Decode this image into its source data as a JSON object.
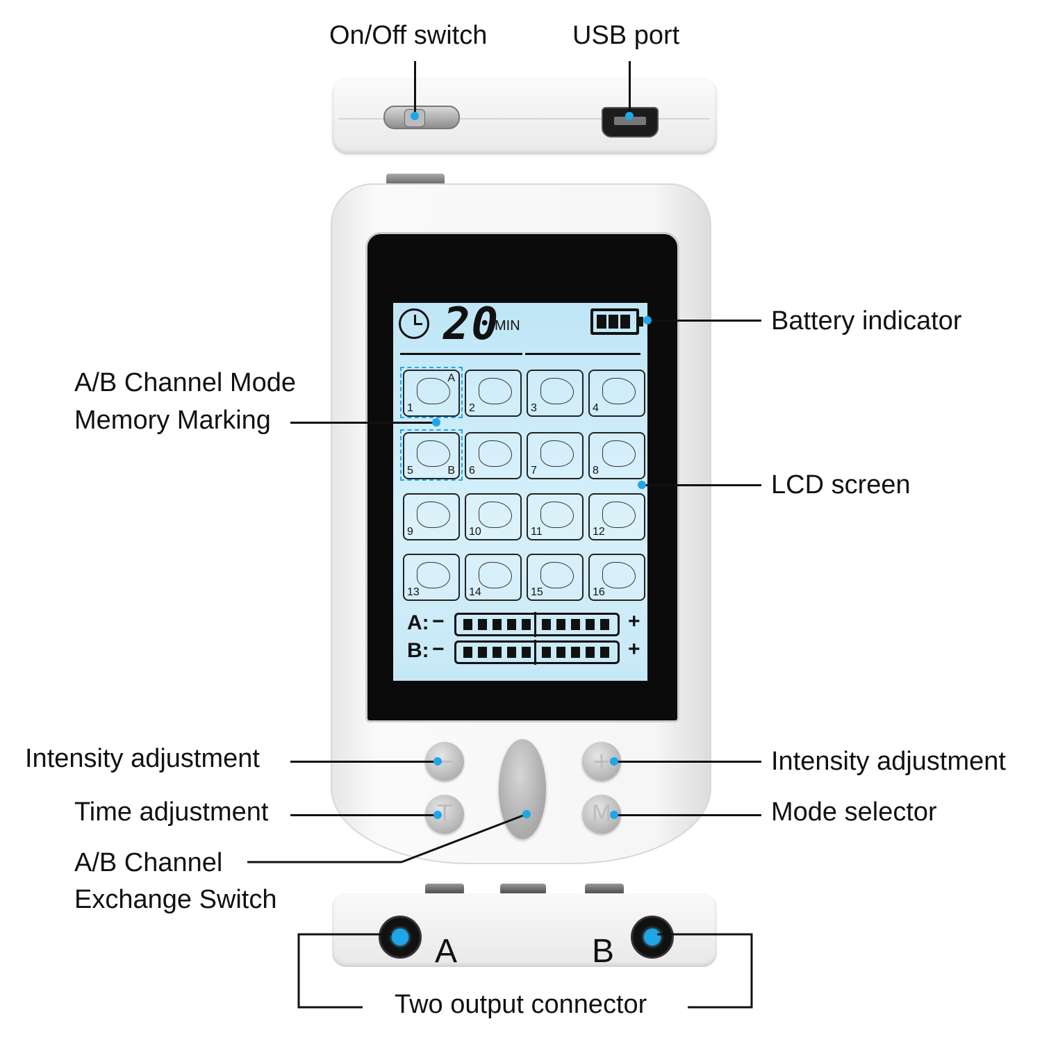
{
  "labels": {
    "on_off_switch": "On/Off switch",
    "usb_port": "USB port",
    "battery_indicator": "Battery indicator",
    "memory_line1": "A/B Channel Mode",
    "memory_line2": "Memory Marking",
    "lcd_screen": "LCD screen",
    "intensity_left": "Intensity  adjustment",
    "intensity_right": "Intensity  adjustment",
    "time_adjustment": "Time adjustment",
    "mode_selector": "Mode selector",
    "exchange_line1": "A/B Channel",
    "exchange_line2": "Exchange Switch",
    "two_output": "Two output connector"
  },
  "lcd": {
    "timer_value": "20",
    "timer_unit": "MIN",
    "battery_bars": 3,
    "modes": [
      "1",
      "2",
      "3",
      "4",
      "5",
      "6",
      "7",
      "8",
      "9",
      "10",
      "11",
      "12",
      "13",
      "14",
      "15",
      "16"
    ],
    "mode_1_channel": "A",
    "mode_5_channel": "B",
    "channel_a_label": "A:",
    "channel_b_label": "B:",
    "minus": "−",
    "plus": "+"
  },
  "buttons": {
    "minus": "−",
    "plus": "+",
    "time": "T",
    "mode": "M"
  },
  "connectors": {
    "a": "A",
    "b": "B"
  },
  "colors": {
    "accent": "#1ea7e8",
    "lcd_background": "#cdeefb"
  }
}
